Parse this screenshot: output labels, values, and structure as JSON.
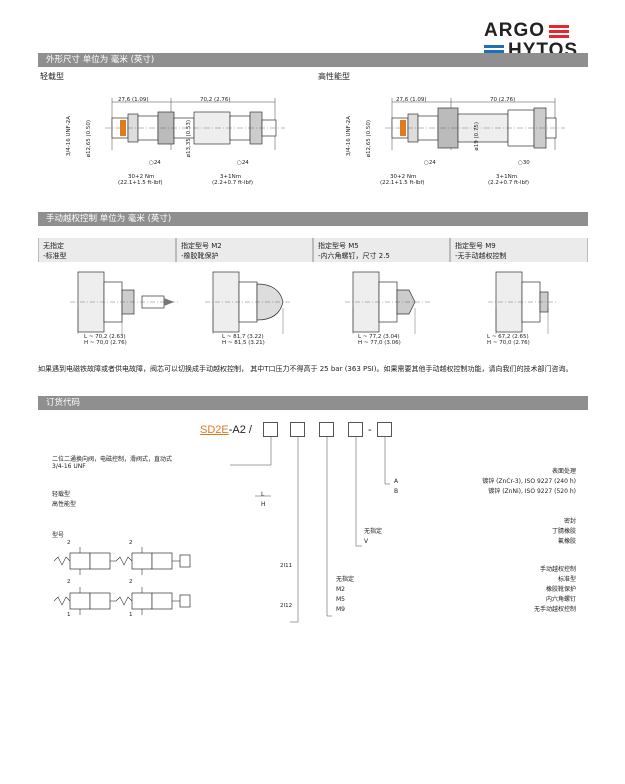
{
  "logo": {
    "word1": "ARGO",
    "word2": "HYTOS"
  },
  "sections": {
    "dimensions": "外形尺寸 单位为 毫米 (英寸)",
    "manual": "手动越权控制 单位为 毫米 (英寸)",
    "ordering": "订货代码"
  },
  "dims": {
    "light_label": "轻载型",
    "heavy_label": "高性能型",
    "light": {
      "d1": "27,6 (1.09)",
      "d2": "70,2 (2.76)",
      "thread": "3/4-16 UNF-2A",
      "dia1": "ø12,65 (0.50)",
      "dia2": "ø13,35 (0.53)",
      "wrench1": "24",
      "wrench2": "24",
      "torque1": "30+2 Nm",
      "torque1b": "(22.1+1.5 ft-lbf)",
      "torque2": "3+1Nm",
      "torque2b": "(2.2+0.7 ft-lbf)"
    },
    "heavy": {
      "d1": "27,6 (1.09)",
      "d2": "70 (2.76)",
      "thread": "3/4-16 UNF-2A",
      "dia1": "ø12,65 (0.50)",
      "dia2": "ø19 (0.75)",
      "wrench1": "24",
      "wrench2": "30",
      "torque1": "30+2 Nm",
      "torque1b": "(22.1+1.5 ft-lbf)",
      "torque2": "3+1Nm",
      "torque2b": "(2.2+0.7 ft-lbf)"
    }
  },
  "manual_cols": [
    {
      "l1": "无指定",
      "l2": "-标准型",
      "L": "L ~ 70,2 (2.63)",
      "H": "H ~ 70,0 (2.76)"
    },
    {
      "l1": "指定型号 M2",
      "l2": "-橡胶靴保护",
      "L": "L ~ 81,7 (3.22)",
      "H": "H ~ 81,5 (3.21)"
    },
    {
      "l1": "指定型号 M5",
      "l2": "-内六角螺钉，尺寸 2.5",
      "L": "L ~ 77,2 (3.04)",
      "H": "H ~ 77,0 (3.06)"
    },
    {
      "l1": "指定型号 M9",
      "l2": "-无手动越权控制",
      "L": "L ~ 67,2 (2.65)",
      "H": "H ~ 70,0 (2.76)"
    }
  ],
  "manual_note": "如果遇到电磁铁故障或者供电故障，阀芯可以切换成手动越权控制， 其中T口压力不得高于 25 bar (363 PSI)。如果需要其他手动越权控制功能，请向我们的技术部门咨询。",
  "order": {
    "code_prefix": "SD2E",
    "code_suffix": "-A2 /",
    "dash": "-",
    "desc1": "二位二通换向阀，电磁控制，滑阀式，直动式",
    "desc2": "3/4-16 UNF",
    "light": "轻载型",
    "light_code": "L",
    "heavy": "高性能型",
    "heavy_code": "H",
    "model": "型号",
    "model1": "2I11",
    "model2": "2I12",
    "surface_title": "表面处理",
    "surface": [
      {
        "code": "A",
        "text": "镀锌 (ZnCr-3), ISO 9227 (240 h)"
      },
      {
        "code": "B",
        "text": "镀锌 (ZnNi), ISO 9227 (520 h)"
      }
    ],
    "seal_title": "密封",
    "seal": [
      {
        "code": "无指定",
        "text": "丁腈橡胶"
      },
      {
        "code": "V",
        "text": "氟橡胶"
      }
    ],
    "manual_title": "手动越权控制",
    "manual": [
      {
        "code": "无指定",
        "text": "标准型"
      },
      {
        "code": "M2",
        "text": "橡胶靴保护"
      },
      {
        "code": "M5",
        "text": "内六角螺钉"
      },
      {
        "code": "M9",
        "text": "无手动越权控制"
      }
    ],
    "port_label_2": "2",
    "port_label_1": "1"
  },
  "colors": {
    "header_bar": "#8f8f8f",
    "argo_red": "#e8262e",
    "hytos_blue": "#1e6fb6",
    "code_orange": "#e07a1f"
  }
}
